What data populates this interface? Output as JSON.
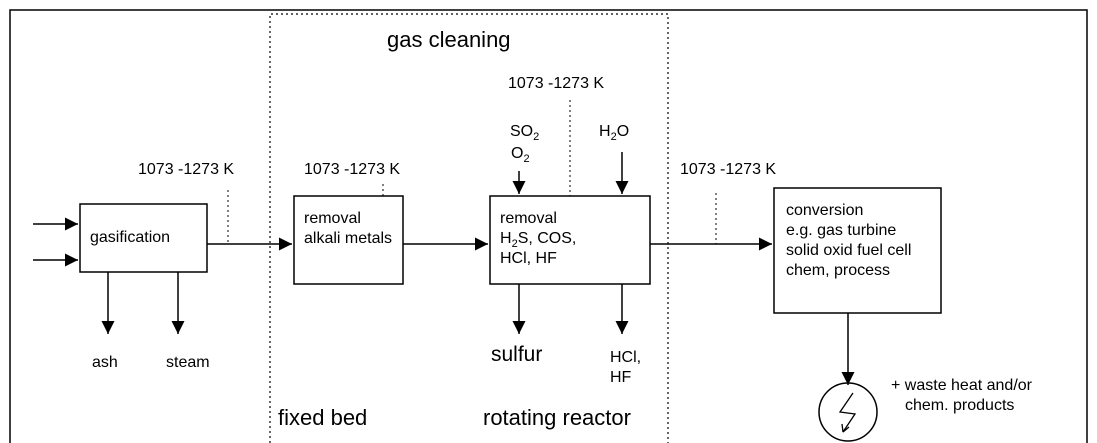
{
  "sections": {
    "gas_cleaning": "gas cleaning",
    "fixed_bed": "fixed bed",
    "rotating_reactor": "rotating reactor"
  },
  "temperatures": {
    "gasifier_out": "1073 -1273 K",
    "alkali_stage": "1073 -1273 K",
    "rotating_stage": "1073 -1273 K",
    "conversion_in": "1073 -1273 K"
  },
  "boxes": {
    "gasification": "gasification",
    "alkali": {
      "line1": "removal",
      "line2": "alkali metals"
    },
    "removal": {
      "line1": "removal",
      "h": "H",
      "h2_sub": "2",
      "s_cos": "S, COS,",
      "line3": "HCl, HF"
    },
    "conversion": {
      "line1": "conversion",
      "line2": "e.g. gas turbine",
      "line3": "solid oxid fuel cell",
      "line4": "chem, process"
    }
  },
  "inputs": {
    "so": "SO",
    "so2_sub": "2",
    "o": "O",
    "o2_sub": "2",
    "h": "H",
    "h2o_sub": "2",
    "o_tail": "O"
  },
  "outputs": {
    "ash": "ash",
    "steam": "steam",
    "sulfur": "sulfur",
    "hcl": "HCl,",
    "hf": "HF",
    "waste_line1": "+ waste heat and/or",
    "waste_line2": "chem. products"
  },
  "icons": {
    "generator": "lightning-bolt-in-circle"
  }
}
